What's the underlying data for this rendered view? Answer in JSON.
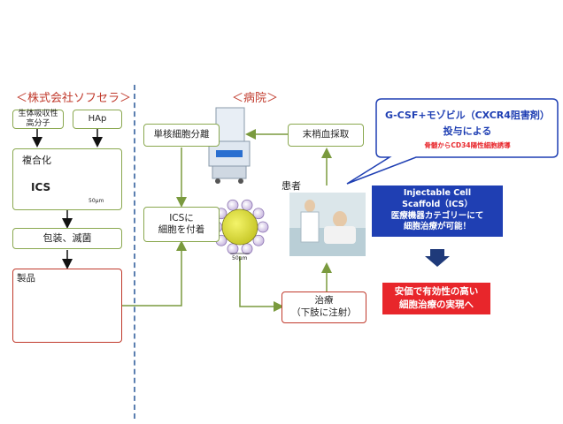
{
  "left_section": {
    "title": "＜株式会社ソフセラ＞",
    "material1": "生体吸収性\n高分子",
    "material2": "HAp",
    "composite_label": "複合化",
    "ics_label": "ICS",
    "scale_label": "50μm",
    "packaging": "包装、滅菌",
    "product_label": "製品"
  },
  "right_section": {
    "title": "＜病院＞",
    "mononuclear": "単核細胞分離",
    "peripheral_blood": "末梢血採取",
    "ics_attach": "ICSに\n細胞を付着",
    "scale_label": "50μm",
    "patient_label": "患者",
    "treatment": "治療\n（下肢に注射）"
  },
  "callout": {
    "line1": "G-CSF+モゾビル（CXCR4阻害剤）",
    "line2": "投与による",
    "line3": "骨髄からCD34陽性細胞誘導"
  },
  "blue_panel": {
    "line1": "Injectable Cell",
    "line2": "Scaffold（ICS）",
    "line3": "医療機器カテゴリーにて",
    "line4": "細胞治療が可能！"
  },
  "red_panel": {
    "line1": "安価で有効性の高い",
    "line2": "細胞治療の実現へ"
  },
  "colors": {
    "box_border": "#8aa84f",
    "arrow": "#7a9a3e",
    "title_red": "#c0392b",
    "blue_panel": "#1f3fb3",
    "red_panel": "#e8262b",
    "callout_text": "#1f3fb3",
    "callout_sub": "#e8262b",
    "particle": "#d8d83a"
  }
}
